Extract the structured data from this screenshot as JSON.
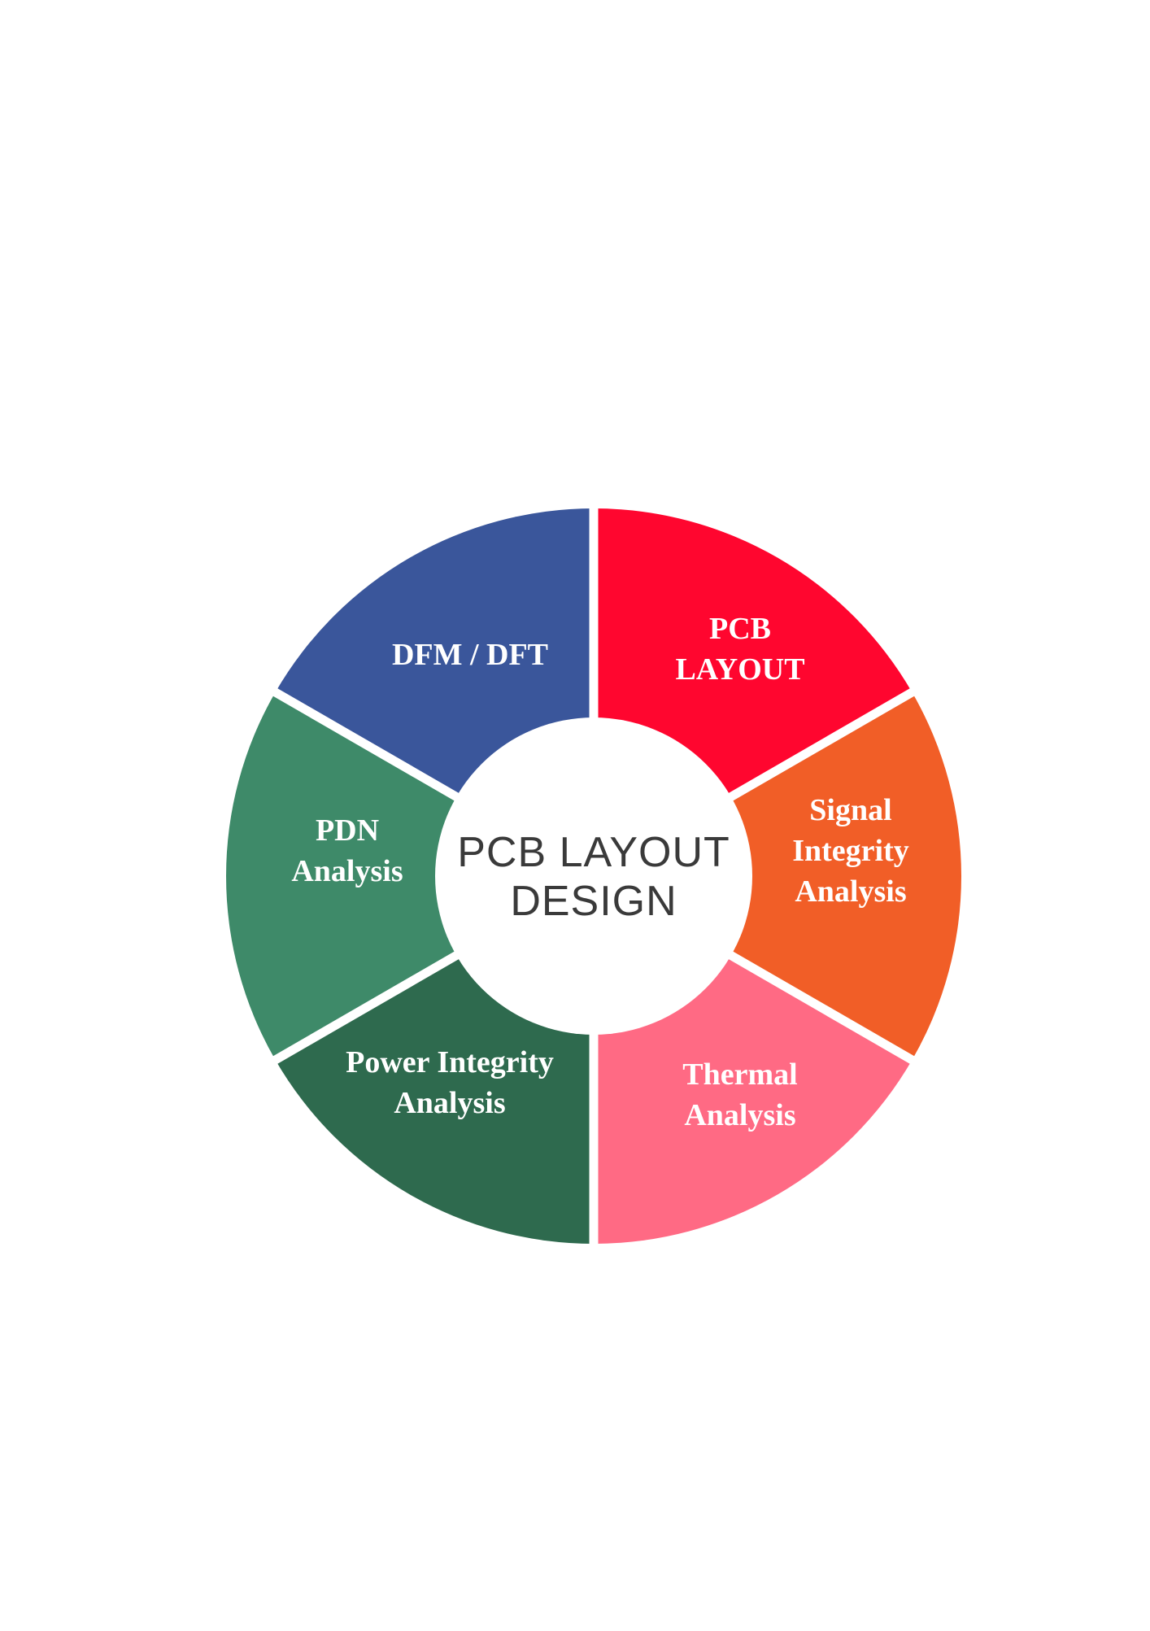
{
  "diagram": {
    "center": {
      "lines": [
        "PCB LAYOUT",
        "DESIGN"
      ],
      "color": "#3a3a3a"
    },
    "segments": [
      {
        "id": "pcb-layout",
        "lines": [
          "PCB",
          "LAYOUT"
        ],
        "color": "#FF062F"
      },
      {
        "id": "signal-integrity-analysis",
        "lines": [
          "Signal",
          "Integrity",
          "Analysis"
        ],
        "color": "#F15E27"
      },
      {
        "id": "thermal-analysis",
        "lines": [
          "Thermal",
          "Analysis"
        ],
        "color": "#FF6A84"
      },
      {
        "id": "power-integrity-analysis",
        "lines": [
          "Power Integrity",
          "Analysis"
        ],
        "color": "#2E6A4E"
      },
      {
        "id": "pdn-analysis",
        "lines": [
          "PDN",
          "Analysis"
        ],
        "color": "#3E8A69"
      },
      {
        "id": "dfm-dft",
        "lines": [
          "DFM / DFT"
        ],
        "color": "#3A569B"
      }
    ]
  }
}
